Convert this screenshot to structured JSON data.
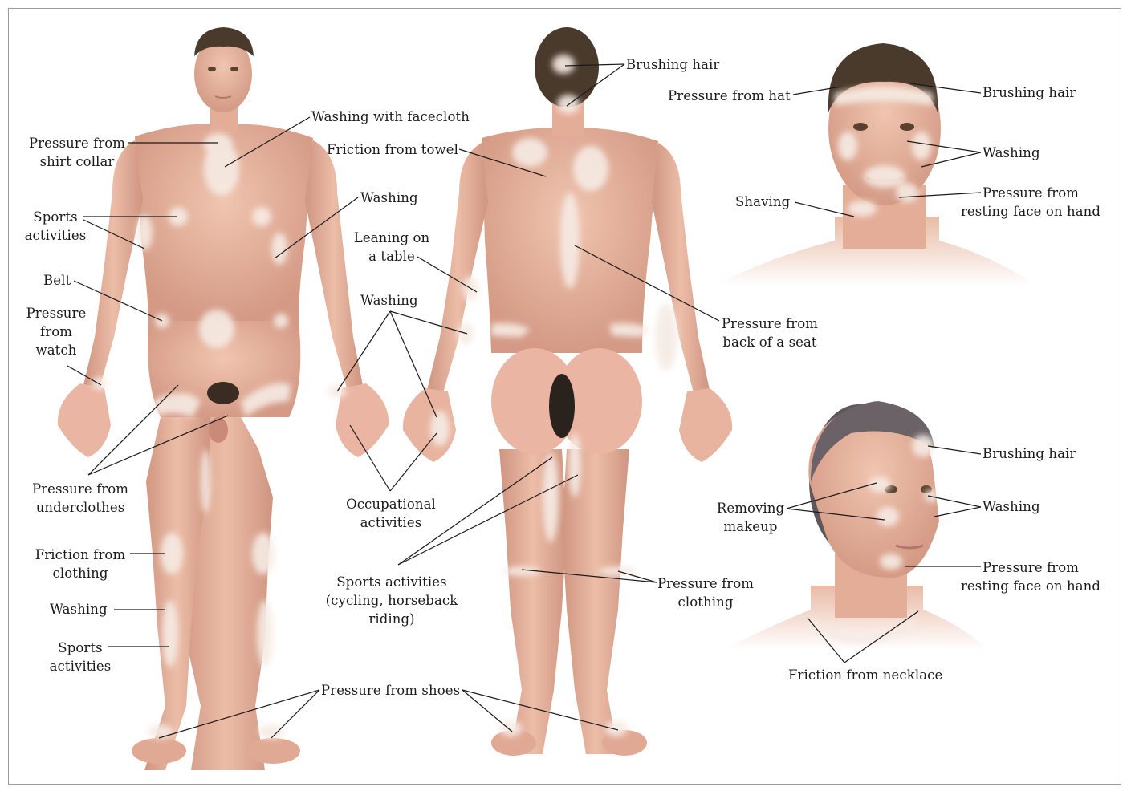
{
  "colors": {
    "skin": "#e7b6a1",
    "skin_shadow": "#cf9580",
    "depigmented_patch": "#f6ebe4",
    "hair_dark": "#4a3a2c",
    "hair_female": "#6a6266",
    "leader_line": "#1a1a1a"
  },
  "figures": {
    "front_body": "male-front-figure",
    "back_body": "male-back-figure",
    "male_face": "male-face-portrait",
    "female_face": "female-face-portrait"
  },
  "labels": {
    "shirt_collar": "Pressure from\nshirt collar",
    "facecloth": "Washing with facecloth",
    "sports_arm": "Sports\nactivities",
    "belt": "Belt",
    "watch": "Pressure\nfrom\nwatch",
    "washing_arm": "Washing",
    "leaning_table": "Leaning on\na table",
    "washing_hands": "Washing",
    "underclothes": "Pressure from\nunderclothes",
    "occupational": "Occupational\nactivities",
    "friction_clothing": "Friction from\nclothing",
    "washing_leg": "Washing",
    "sports_leg": "Sports\nactivities",
    "sports_cycling": "Sports activities\n(cycling, horseback\nriding)",
    "shoes": "Pressure from shoes",
    "brushing_hair_back": "Brushing hair",
    "friction_towel": "Friction from towel",
    "seat_back": "Pressure from\nback of a seat",
    "clothing_back": "Pressure from\nclothing",
    "hat": "Pressure from hat",
    "brushing_hair_male": "Brushing hair",
    "washing_male": "Washing",
    "shaving": "Shaving",
    "resting_face_male": "Pressure from\nresting face on hand",
    "brushing_hair_female": "Brushing hair",
    "removing_makeup": "Removing\nmakeup",
    "washing_female": "Washing",
    "resting_face_female": "Pressure from\nresting face on hand",
    "necklace": "Friction from necklace"
  }
}
